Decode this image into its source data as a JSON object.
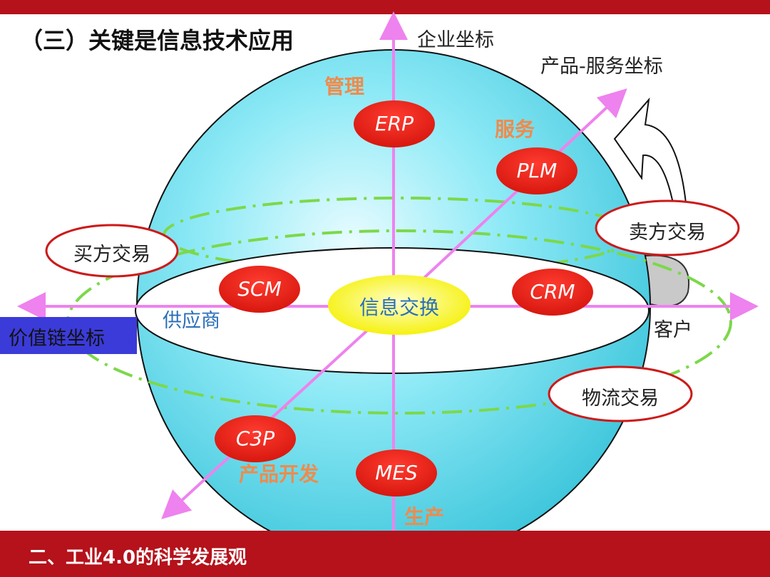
{
  "slide_title": "（三）关键是信息技术应用",
  "footer": "二、工业4.0的科学发展观",
  "axes": {
    "enterprise": "企业坐标",
    "product_service": "产品-服务坐标",
    "value_chain": "价值链坐标"
  },
  "ends": {
    "supplier": "供应商",
    "customer": "客户"
  },
  "center": "信息交换",
  "nodes": {
    "erp": "ERP",
    "plm": "PLM",
    "scm": "SCM",
    "crm": "CRM",
    "c3p": "C3P",
    "mes": "MES"
  },
  "functions": {
    "management": "管理",
    "service": "服务",
    "product_dev": "产品开发",
    "production": "生产"
  },
  "trades": {
    "buyer": "买方交易",
    "seller": "卖方交易",
    "logistics": "物流交易"
  },
  "colors": {
    "banner": "#b5121b",
    "sphere": "#6fe3f2",
    "axis": "#ee82ee",
    "node": "#e41e14",
    "center": "#ffff33",
    "dash": "#7cd84a",
    "value_chain_box": "#3b3bd9"
  }
}
